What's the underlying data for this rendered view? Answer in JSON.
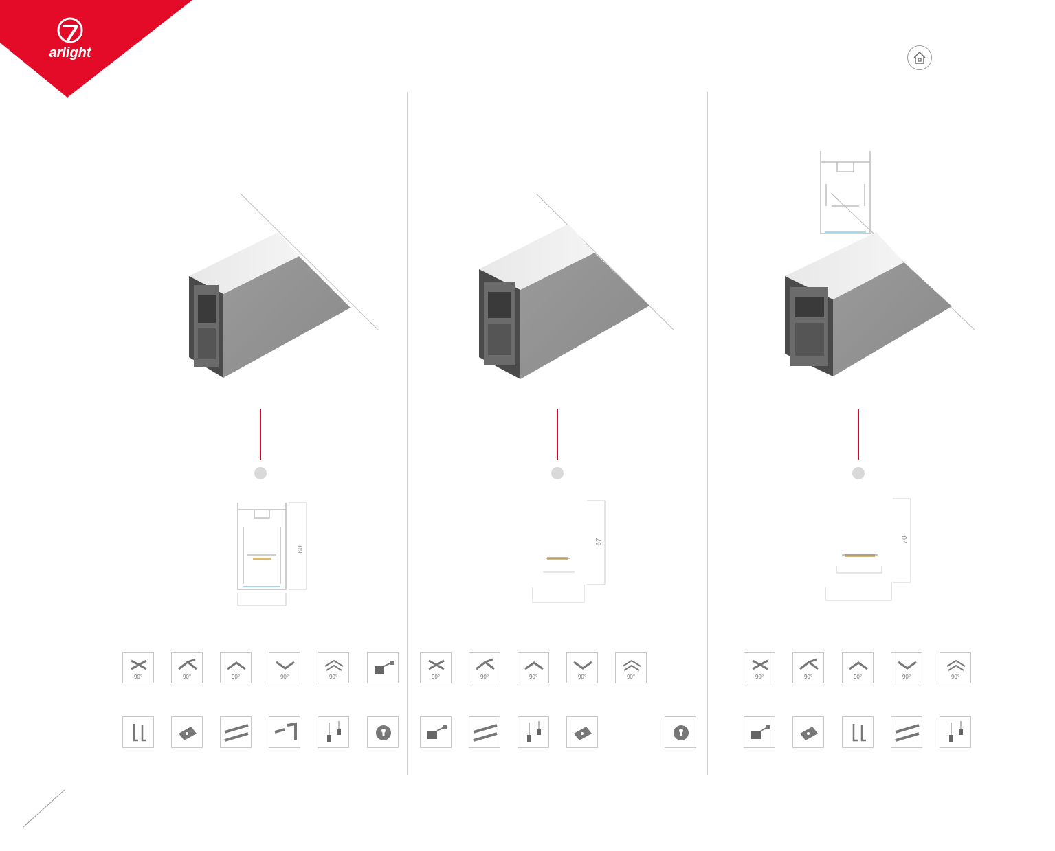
{
  "brand": {
    "name": "arlight",
    "accent_color": "#e30b27"
  },
  "header": {
    "home_icon": "home-icon"
  },
  "columns": [
    {
      "id": "col1",
      "dimension_height": "60",
      "angle_label": "90°",
      "top_icons": [
        "x-connector-icon",
        "t-connector-icon",
        "corner-out-icon",
        "corner-in-icon",
        "corner-up-icon",
        "end-cap-icon"
      ],
      "bottom_icons": [
        "spring-clip-icon",
        "mounting-bracket-icon",
        "straight-connector-icon",
        "l-connector-icon",
        "suspension-icon",
        "end-cap-hole-icon"
      ]
    },
    {
      "id": "col2",
      "dimension_height": "67",
      "angle_label": "90°",
      "top_icons": [
        "x-connector-icon",
        "t-connector-icon",
        "corner-out-icon",
        "corner-in-icon",
        "corner-up-icon"
      ],
      "bottom_icons": [
        "end-cap-icon",
        "straight-connector-icon",
        "suspension-icon",
        "mounting-bracket-icon",
        "end-cap-hole-icon"
      ]
    },
    {
      "id": "col3",
      "dimension_height": "70",
      "angle_label": "90°",
      "top_icons": [
        "x-connector-icon",
        "t-connector-icon",
        "corner-out-icon",
        "corner-in-icon",
        "corner-up-icon"
      ],
      "bottom_icons": [
        "end-cap-icon",
        "mounting-bracket-icon",
        "spring-clip-icon",
        "straight-connector-icon",
        "suspension-icon"
      ]
    }
  ]
}
